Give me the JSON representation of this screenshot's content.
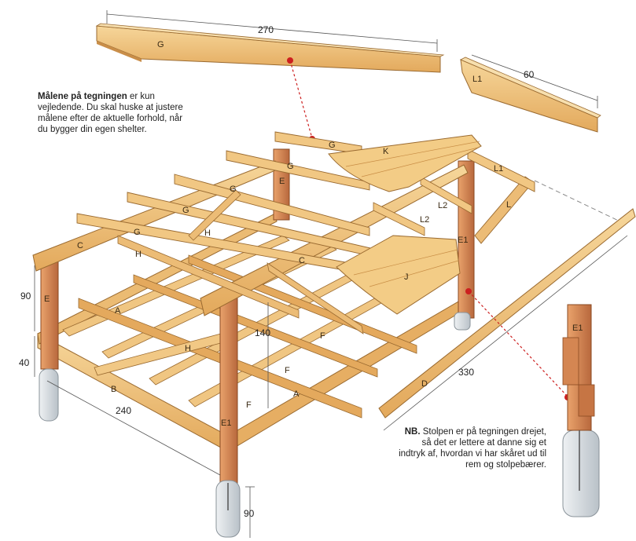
{
  "colors": {
    "wood": "#e8b467",
    "wood_light": "#f3cf8a",
    "wood_dark": "#b9783a",
    "post": "#d98d57",
    "post_dark": "#b4663a",
    "concrete": "#d3d9de",
    "marker": "#cc1f1f"
  },
  "notes": {
    "top": {
      "bold": "Målene på tegningen",
      "text": " er kun vejledende. Du skal huske at justere målene efter de aktuelle forhold, når du bygger din egen shelter."
    },
    "bottom": {
      "bold": "NB.",
      "text": " Stolpen er på tegningen drejet, så det er lettere at danne sig et indtryk af, hvordan vi har skåret ud til rem og stolpebærer."
    }
  },
  "dimensions": {
    "g_length": "270",
    "l1_length": "60",
    "post_height": "90",
    "post_base": "40",
    "center_height": "140",
    "side_length": "240",
    "d_length": "330",
    "footing_depth": "90"
  },
  "parts": {
    "G": "G",
    "L1": "L1",
    "K": "K",
    "J": "J",
    "E": "E",
    "E1": "E1",
    "L": "L",
    "L2": "L2",
    "C": "C",
    "H": "H",
    "A": "A",
    "B": "B",
    "F": "F",
    "D": "D"
  }
}
